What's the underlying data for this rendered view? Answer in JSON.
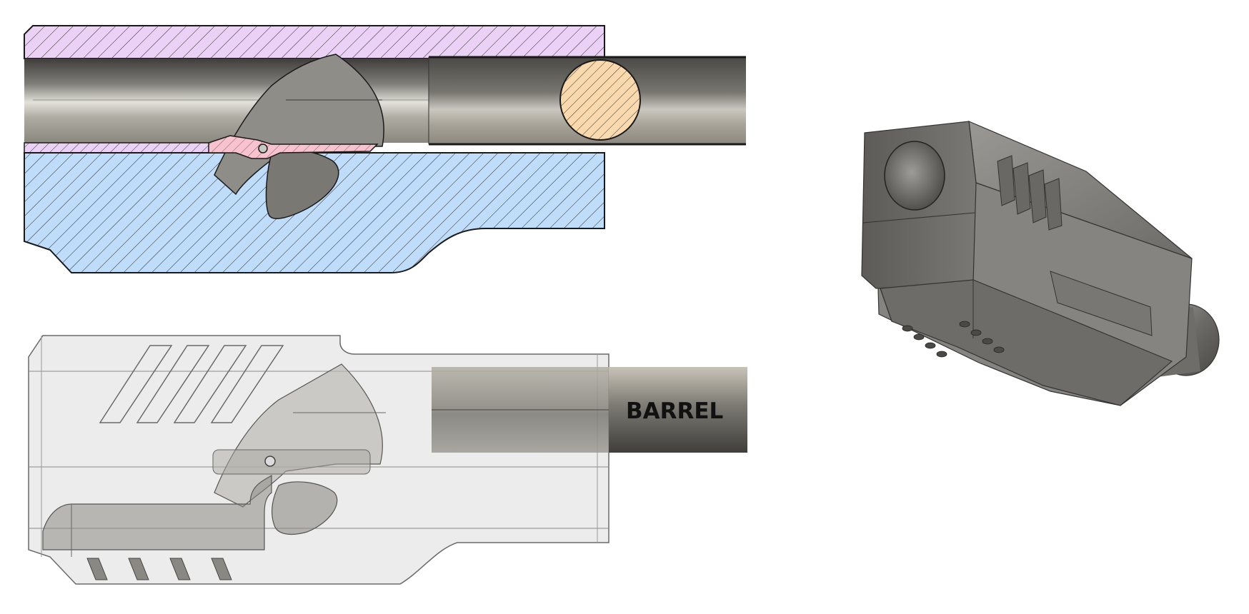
{
  "figure": {
    "views": [
      "section-view",
      "transparent-view",
      "isometric-view"
    ],
    "labels": {
      "barrel": "BARREL"
    }
  },
  "colors": {
    "top_hatch_fill": "#ecd1f7",
    "body_hatch_fill": "#bfdcfb",
    "lever_fill": "#f8c2cf",
    "round_fill": "#fbd9ae",
    "barrel_dark": "#55534f",
    "barrel_light": "#d3d0c8",
    "ghost_fill": "#eaeaea",
    "solid_grey": "#858480",
    "outline": "#1a1a1a"
  }
}
